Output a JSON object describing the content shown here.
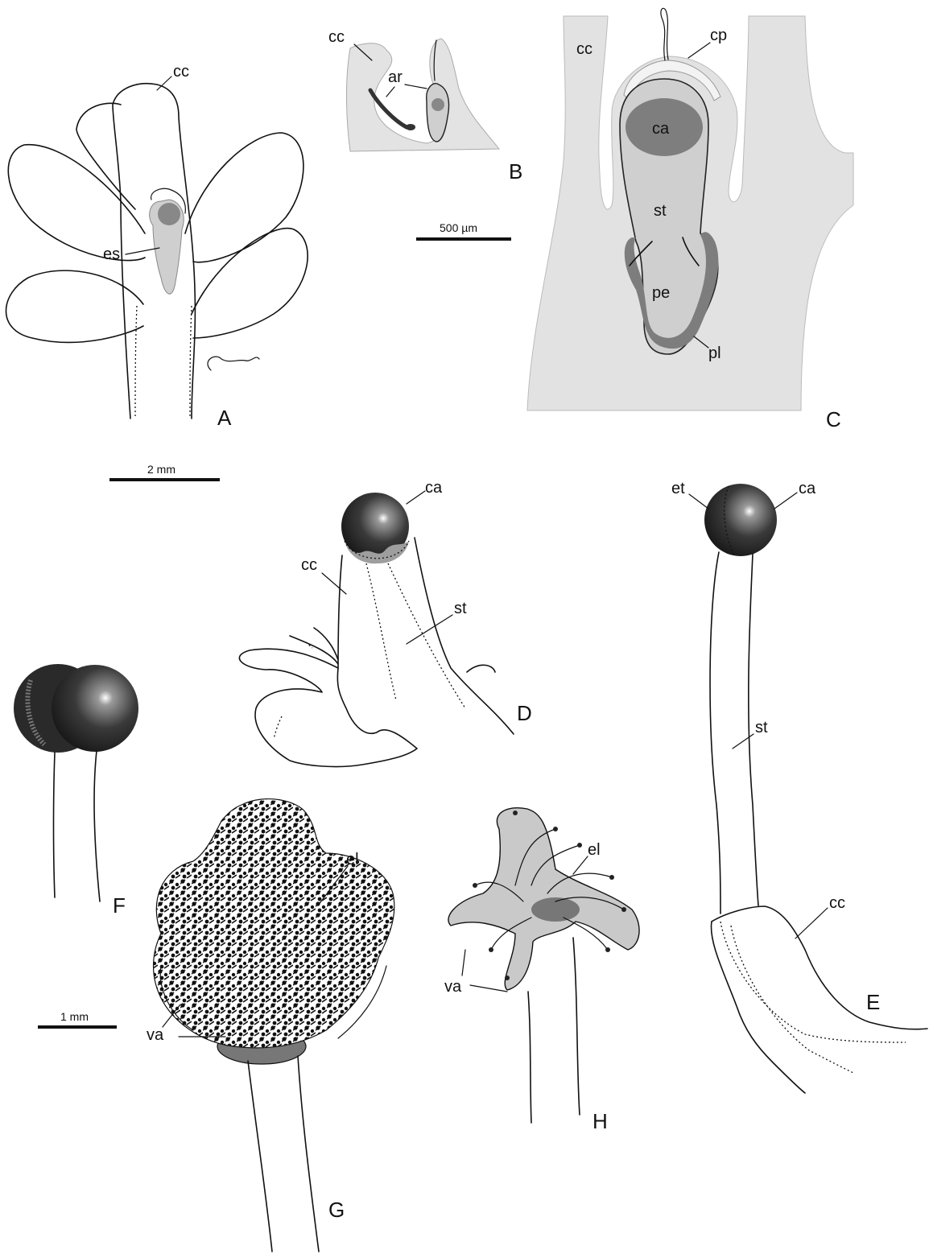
{
  "panels": {
    "A": {
      "letter": "A",
      "labels": {
        "cc": "cc",
        "es": "es"
      }
    },
    "B": {
      "letter": "B",
      "labels": {
        "cc": "cc",
        "ar": "ar"
      }
    },
    "C": {
      "letter": "C",
      "labels": {
        "cc": "cc",
        "cp": "cp",
        "ca": "ca",
        "st": "st",
        "pe": "pe",
        "pl": "pl"
      }
    },
    "D": {
      "letter": "D",
      "labels": {
        "ca": "ca",
        "cc": "cc",
        "st": "st"
      }
    },
    "E": {
      "letter": "E",
      "labels": {
        "et": "et",
        "ca": "ca",
        "st": "st",
        "cc": "cc"
      }
    },
    "F": {
      "letter": "F"
    },
    "G": {
      "letter": "G",
      "labels": {
        "el": "el",
        "va": "va"
      }
    },
    "H": {
      "letter": "H",
      "labels": {
        "el": "el",
        "va": "va"
      }
    }
  },
  "scale_bars": {
    "um500": "500 µm",
    "mm2": "2 mm",
    "mm1": "1 mm"
  },
  "colors": {
    "tissue_light": "#e3e3e3",
    "tissue_mid": "#cbcbcb",
    "tissue_dark": "#7d7d7d",
    "capsule": "#2b2b2b"
  }
}
